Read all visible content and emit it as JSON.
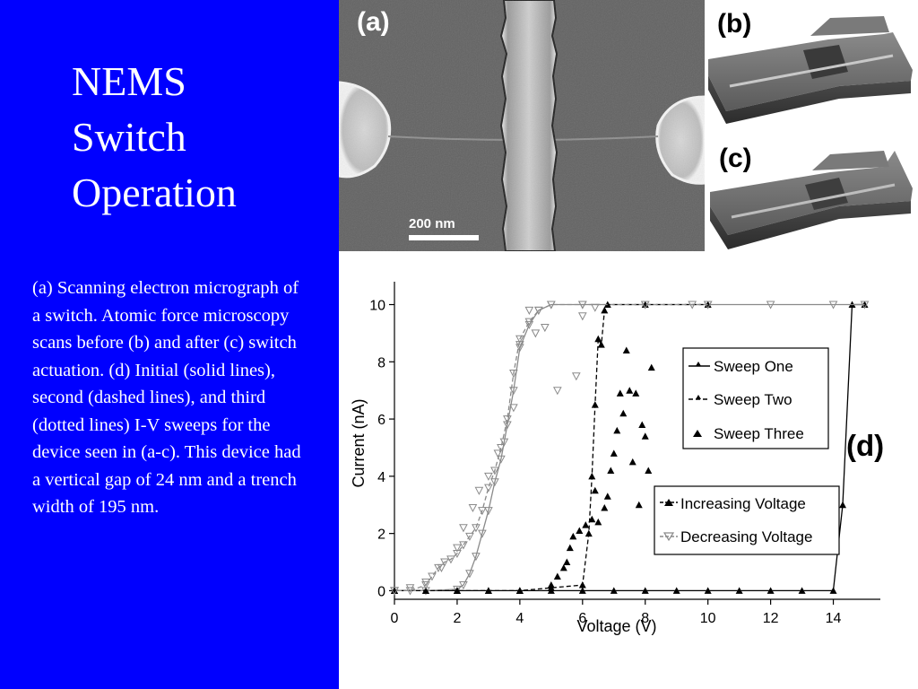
{
  "slide": {
    "title_lines": [
      "NEMS",
      "Switch",
      "Operation"
    ],
    "caption": "(a)  Scanning electron micrograph of a switch.  Atomic force microscopy scans before (b) and after (c) switch actuation.  (d) Initial (solid lines), second (dashed lines), and third (dotted lines) I-V sweeps for the device seen in (a-c).  This device had a vertical gap of 24 nm and a trench width of 195 nm."
  },
  "figure": {
    "panel_a_label": "(a)",
    "panel_b_label": "(b)",
    "panel_c_label": "(c)",
    "panel_d_label": "(d)",
    "scale_bar": "200 nm"
  },
  "colors": {
    "slide_background": "#0000ff",
    "sweep_increasing": "#000000",
    "sweep_decreasing": "#8a8a8a"
  },
  "chart_data": {
    "type": "line",
    "xlabel": "Voltage (V)",
    "ylabel": "Current (nA)",
    "xlim": [
      0,
      15.5
    ],
    "ylim": [
      -0.3,
      10.8
    ],
    "xticks": [
      0,
      2,
      4,
      6,
      8,
      10,
      12,
      14
    ],
    "yticks": [
      0,
      2,
      4,
      6,
      8,
      10
    ],
    "legend_sweeps": [
      "Sweep One",
      "Sweep Two",
      "Sweep Three"
    ],
    "legend_direction": [
      "Increasing Voltage",
      "Decreasing Voltage"
    ],
    "series": [
      {
        "name": "Sweep One",
        "direction": "Increasing Voltage",
        "style": "solid",
        "marker": "up-triangle",
        "x": [
          0,
          1,
          2,
          3,
          4,
          5,
          6,
          7,
          8,
          9,
          10,
          11,
          12,
          13,
          14.0,
          14.3,
          14.6,
          15.0
        ],
        "y": [
          0,
          0,
          0,
          0,
          0,
          0,
          0,
          0,
          0,
          0,
          0,
          0,
          0,
          0,
          0,
          3.0,
          10,
          10
        ]
      },
      {
        "name": "Sweep One",
        "direction": "Decreasing Voltage",
        "style": "solid",
        "marker": "down-triangle",
        "x": [
          15.0,
          14.0,
          12.0,
          10.0,
          8.0,
          6.0,
          5.0,
          4.6,
          4.3,
          4.0,
          3.8,
          3.6,
          3.4,
          3.2,
          3.0,
          2.8,
          2.6,
          2.4,
          2.2,
          2.0,
          1.0,
          0
        ],
        "y": [
          10,
          10,
          10,
          10,
          10,
          10,
          10,
          9.8,
          9.3,
          8.5,
          7.0,
          5.8,
          4.6,
          3.8,
          2.8,
          2.0,
          1.2,
          0.6,
          0.2,
          0.05,
          0,
          0
        ]
      },
      {
        "name": "Sweep Two",
        "direction": "Increasing Voltage",
        "style": "dashed",
        "marker": "up-triangle",
        "x": [
          0,
          1,
          2,
          3,
          4,
          5,
          6.0,
          6.2,
          6.3,
          6.4,
          6.5,
          6.6,
          6.7,
          6.8,
          8.0,
          10.0
        ],
        "y": [
          0,
          0,
          0,
          0,
          0,
          0.1,
          0.2,
          2.0,
          4.0,
          6.5,
          8.8,
          8.6,
          9.8,
          10,
          10,
          10
        ]
      },
      {
        "name": "Sweep Two",
        "direction": "Decreasing Voltage",
        "style": "dashed",
        "marker": "down-triangle",
        "x": [
          10.0,
          8.0,
          6.0,
          5.0,
          4.6,
          4.3,
          4.0,
          3.8,
          3.6,
          3.4,
          3.2,
          3.0,
          2.8,
          2.6,
          2.4,
          2.2,
          2.0,
          1.8,
          1.6,
          1.4,
          1.2,
          1.0,
          0.5,
          0
        ],
        "y": [
          10,
          10,
          10,
          10,
          9.8,
          9.4,
          8.8,
          7.6,
          6.0,
          5.0,
          4.2,
          3.6,
          2.8,
          2.2,
          1.9,
          1.6,
          1.3,
          1.1,
          1.0,
          0.8,
          0.5,
          0.2,
          0,
          0
        ]
      },
      {
        "name": "Sweep Three",
        "direction": "Increasing Voltage",
        "style": "dotted",
        "marker": "up-triangle",
        "x": [
          0,
          2,
          4,
          5.0,
          5.2,
          5.4,
          5.5,
          5.6,
          5.7,
          5.9,
          6.1,
          6.3,
          6.4,
          6.5,
          6.7,
          6.8,
          6.9,
          7.0,
          7.1,
          7.2,
          7.3,
          7.4,
          7.5,
          7.6,
          7.7,
          7.8,
          7.9,
          8.0,
          8.1,
          8.2
        ],
        "y": [
          0,
          0,
          0,
          0.2,
          0.5,
          0.8,
          1.0,
          1.5,
          1.9,
          2.1,
          2.3,
          2.5,
          3.5,
          2.4,
          2.9,
          3.3,
          4.2,
          4.8,
          5.6,
          6.9,
          6.2,
          8.4,
          7.0,
          4.5,
          6.9,
          3.0,
          5.8,
          5.4,
          4.2,
          7.8
        ]
      },
      {
        "name": "Sweep Three",
        "direction": "Decreasing Voltage",
        "style": "dotted",
        "marker": "down-triangle",
        "x": [
          9.5,
          8.0,
          6.4,
          6.0,
          5.8,
          5.2,
          4.8,
          4.5,
          4.3,
          4.0,
          3.8,
          3.5,
          3.3,
          3.0,
          2.7,
          2.5,
          2.2,
          2.0,
          1.5,
          1.0,
          0.5,
          0
        ],
        "y": [
          10,
          10,
          9.9,
          9.6,
          7.5,
          7.0,
          9.2,
          9.0,
          9.8,
          8.6,
          6.4,
          5.2,
          4.8,
          4.0,
          3.5,
          2.9,
          2.2,
          1.5,
          0.8,
          0.3,
          0.1,
          0
        ]
      }
    ]
  }
}
